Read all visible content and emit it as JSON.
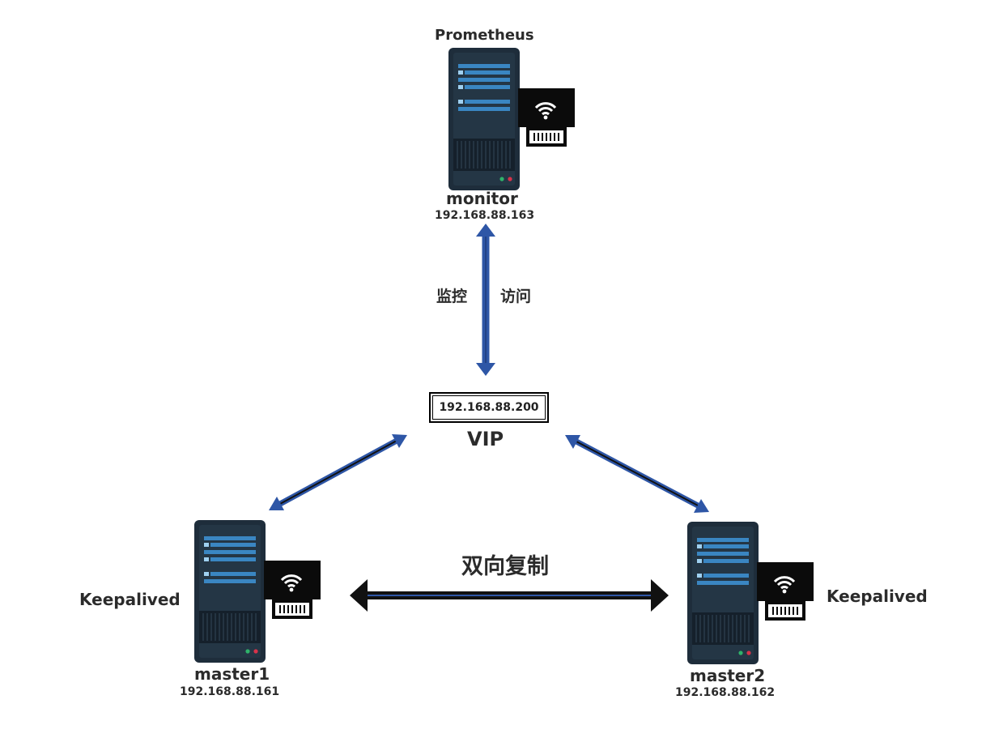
{
  "monitor": {
    "top_label": "Prometheus",
    "name": "monitor",
    "ip": "192.168.88.163"
  },
  "monitor_link": {
    "left_label": "监控",
    "right_label": "访问"
  },
  "vip": {
    "ip": "192.168.88.200",
    "label": "VIP"
  },
  "replication": {
    "label": "双向复制"
  },
  "master1": {
    "side_label": "Keepalived",
    "name": "master1",
    "ip": "192.168.88.161"
  },
  "master2": {
    "side_label": "Keepalived",
    "name": "master2",
    "ip": "192.168.88.162"
  },
  "colors": {
    "server_body": "#1e2d3b",
    "server_stripe": "#3a86c2",
    "link_blue": "#2e56a6",
    "link_dark": "#111111"
  },
  "icons": {
    "server": "server-icon",
    "wifi": "wifi-icon"
  }
}
